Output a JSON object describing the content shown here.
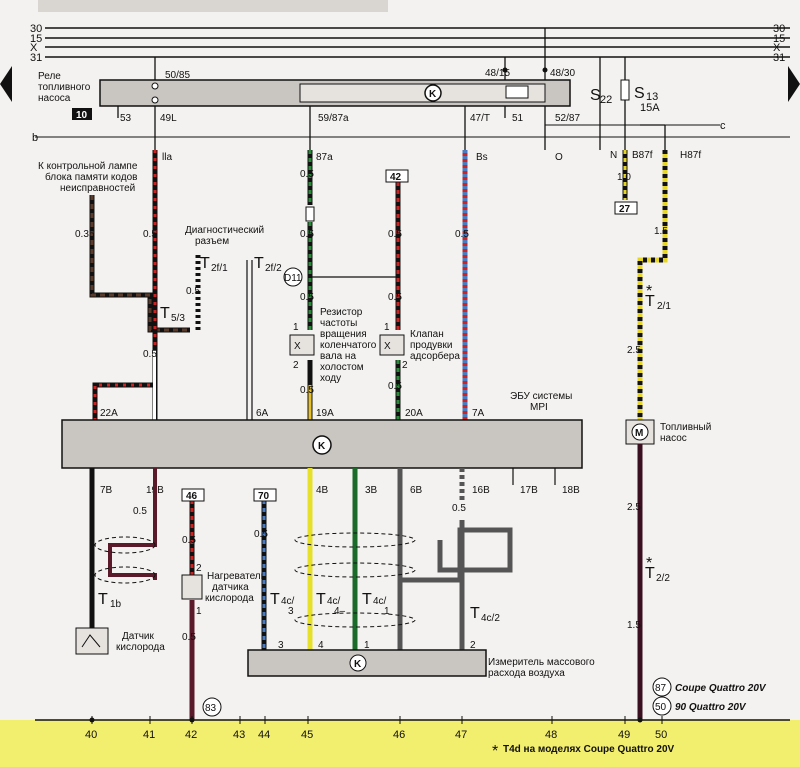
{
  "rails": [
    "30",
    "15",
    "X",
    "31"
  ],
  "relay": {
    "title_line1": "Реле",
    "title_line2": "топливного",
    "title_line3": "насоса",
    "number": "10"
  },
  "relay_pins": {
    "p50_85": "50/85",
    "p53": "53",
    "p49l": "49L",
    "p59_87a": "59/87a",
    "p47t": "47/T",
    "p51": "51",
    "p52_87": "52/87",
    "p48_15": "48/15",
    "p48_30": "48/30"
  },
  "fuses": {
    "s22": "S",
    "s22sub": "22",
    "s13": "S",
    "s13sub": "13",
    "amp": "15A"
  },
  "side_labels": {
    "b": "b",
    "c": "c"
  },
  "conn_labels": {
    "lla": "lla",
    "p87a": "87a",
    "bs": "Bs",
    "o": "O",
    "n": "N",
    "b87f": "B87f",
    "h87f": "H87f"
  },
  "text": {
    "lamp_line1": "К контрольной лампе",
    "lamp_line2": "блока памяти кодов",
    "lamp_line3": "неисправностей",
    "diag_line1": "Диагностический",
    "diag_line2": "разъем",
    "resistor_line1": "Резистор",
    "resistor_line2": "частоты",
    "resistor_line3": "вращения",
    "resistor_line4": "коленчатого",
    "resistor_line5": "вала на",
    "resistor_line6": "холостом",
    "resistor_line7": "ходу",
    "valve_line1": "Клапан",
    "valve_line2": "продувки",
    "valve_line3": "адсорбера",
    "ecu_line1": "ЭБУ системы",
    "ecu_line2": "MPI",
    "pump_line1": "Топливный",
    "pump_line2": "насос",
    "heater_line1": "Нагреватель",
    "heater_line2": "датчика",
    "heater_line3": "кислорода",
    "o2_line1": "Датчик",
    "o2_line2": "кислорода",
    "maf_line1": "Измеритель массового",
    "maf_line2": "расхода воздуха",
    "model1": "Coupe Quattro 20V",
    "model2": "90 Quattro 20V",
    "model1_num": "87",
    "model2_num": "50",
    "footnote": "T4d на моделях Coupe Quattro 20V",
    "star": "*"
  },
  "wire_sizes": {
    "w035": "0.35",
    "w05a": "0.5",
    "w05b": "0.5",
    "w05c": "0.5",
    "w05d": "0.5",
    "w05e": "0.5",
    "w05f": "0.5",
    "w05g": "0.5",
    "w05h": "0.5",
    "w05i": "0.5",
    "w05j": "0.5",
    "w05k": "0.5",
    "w05l": "0.5",
    "w05m": "0.5",
    "w05n": "0.5",
    "w05o": "0.5",
    "w05p": "0.5",
    "w05q": "0.5",
    "w10": "1.0",
    "w15a": "1.5",
    "w25a": "2.5",
    "w25b": "2.5",
    "w15b": "1.5"
  },
  "tags": {
    "t42": "42",
    "t27": "27",
    "t46": "46",
    "t70": "70",
    "t83": "83",
    "d11": "D11"
  },
  "terminals": {
    "t53": "T",
    "t53s": "5/3",
    "t2f1": "T",
    "t2f1s": "2f/1",
    "t2f2": "T",
    "t2f2s": "2f/2",
    "t21": "T",
    "t21s": "2/1",
    "t22": "T",
    "t22s": "2/2",
    "t1b": "T",
    "t1bs": "1b",
    "t4ca": "T",
    "t4cas": "4c/",
    "t4cb": "T",
    "t4cbs": "4c/",
    "t4cc": "T",
    "t4ccs": "4c/",
    "t4c2": "T",
    "t4c2s": "4c/2"
  },
  "ecu_pins_top": {
    "p22a": "22A",
    "p6a": "6A",
    "p19a": "19A",
    "p20a": "20A",
    "p7a": "7A"
  },
  "ecu_pins_bottom": {
    "p7b": "7B",
    "p19b": "19B",
    "p4b": "4B",
    "p3b": "3B",
    "p6b": "6B",
    "p16b": "16B",
    "p17b": "17B",
    "p18b": "18B"
  },
  "small_pins": {
    "r1": "1",
    "r2": "2",
    "v1": "1",
    "v2": "2",
    "h2": "2",
    "h1": "1",
    "m3": "3",
    "m4": "4",
    "m1": "1",
    "m2": "2",
    "c3": "3",
    "c4": "4",
    "c1": "1",
    "dash": "4–"
  },
  "grid": [
    "40",
    "41",
    "42",
    "43",
    "44",
    "45",
    "46",
    "47",
    "48",
    "49",
    "50"
  ]
}
